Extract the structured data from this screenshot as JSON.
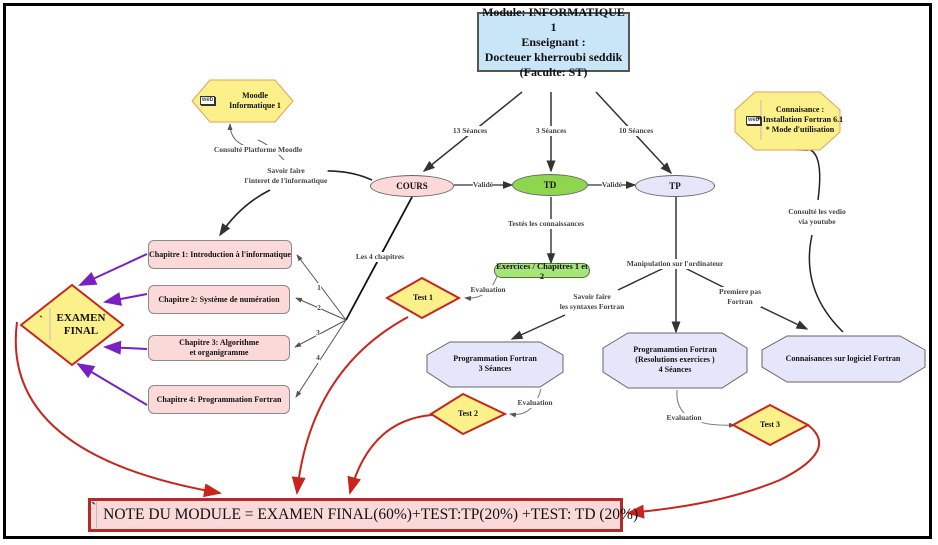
{
  "title": {
    "lines": [
      "Module: INFORMATIQUE 1",
      "Enseignant :",
      "Docteuer kherroubi seddik",
      "(Faculte: ST)"
    ]
  },
  "nodes": {
    "cours": "COURS",
    "td": "TD",
    "tp": "TP",
    "moodle": {
      "icon_label": "web",
      "lines": [
        "Moodle",
        "Informatique 1"
      ]
    },
    "connaissance": {
      "icon_label": "web",
      "lines": [
        "Connaisance :",
        "* Installation Fortran 6.1",
        "* Mode d'utilisation"
      ]
    },
    "chapters": [
      "Chapitre 1: Introduction à  l'informatique",
      "Chapitre 2: Système de numération",
      "Chapitre 3: Algorithme et organigramme",
      "Chapitre 4: Programmation Fortran"
    ],
    "chapter3_lines": [
      "Chapitre 3: Algorithme",
      "et organigramme"
    ],
    "examen": {
      "mark": "`",
      "lines": [
        "EXAMEN",
        "FINAL"
      ]
    },
    "exercices": "Exercices / Chapitres  1 et 2",
    "test1": "Test 1",
    "test2": "Test 2",
    "test3": "Test 3",
    "prog_fortran": [
      "Programmation Fortran",
      "3 Séances"
    ],
    "prog_resolution": [
      "Programamtion Fortran",
      "(Resolutions exercices )",
      "4 Séances"
    ],
    "connaissances_logiciel": "Connaisances sur logiciel Fortran",
    "note": {
      "mark": "`",
      "text": "NOTE DU MODULE = EXAMEN FINAL(60%)+TEST:TP(20%) +TEST: TD (20%)"
    }
  },
  "edge_labels": {
    "cours_seances": "13 Séances",
    "td_seances": "3 Séances",
    "tp_seances": "10 Séances",
    "valide1": "Validé",
    "valide2": "Validé",
    "consulte_moodle": "Consulté Platforme Moodle",
    "savoir_faire": [
      "Savoir faire",
      "l'interet de l'informatique"
    ],
    "les_4_chapitres": "Les 4 chapitres",
    "testes": "Testés les connaissances",
    "evaluation1": "Evaluation",
    "evaluation2": "Evaluation",
    "evaluation3": "Evaluation",
    "manipulation": "Manipulation sur l'ordinateur",
    "savoir_syntaxes": [
      "Savoir faire",
      "les syntaxes Fortran"
    ],
    "premiere_pas": [
      "Premiere pas",
      "Fortran"
    ],
    "consulte_video": [
      "Consulté les vedio",
      "via youtube"
    ],
    "ch_nums": [
      "1",
      "2",
      "3",
      "4"
    ]
  },
  "colors": {
    "title_fill": "#c9e6f8",
    "cours_fill": "#fad9d8",
    "td_fill": "#8ed64e",
    "tp_fill": "#e6e6fa",
    "yellow_fill": "#fbf08a",
    "octagon_fill": "#e6e6fa",
    "red_stroke": "#c8251c",
    "purple_arrow": "#7a1fc2"
  }
}
